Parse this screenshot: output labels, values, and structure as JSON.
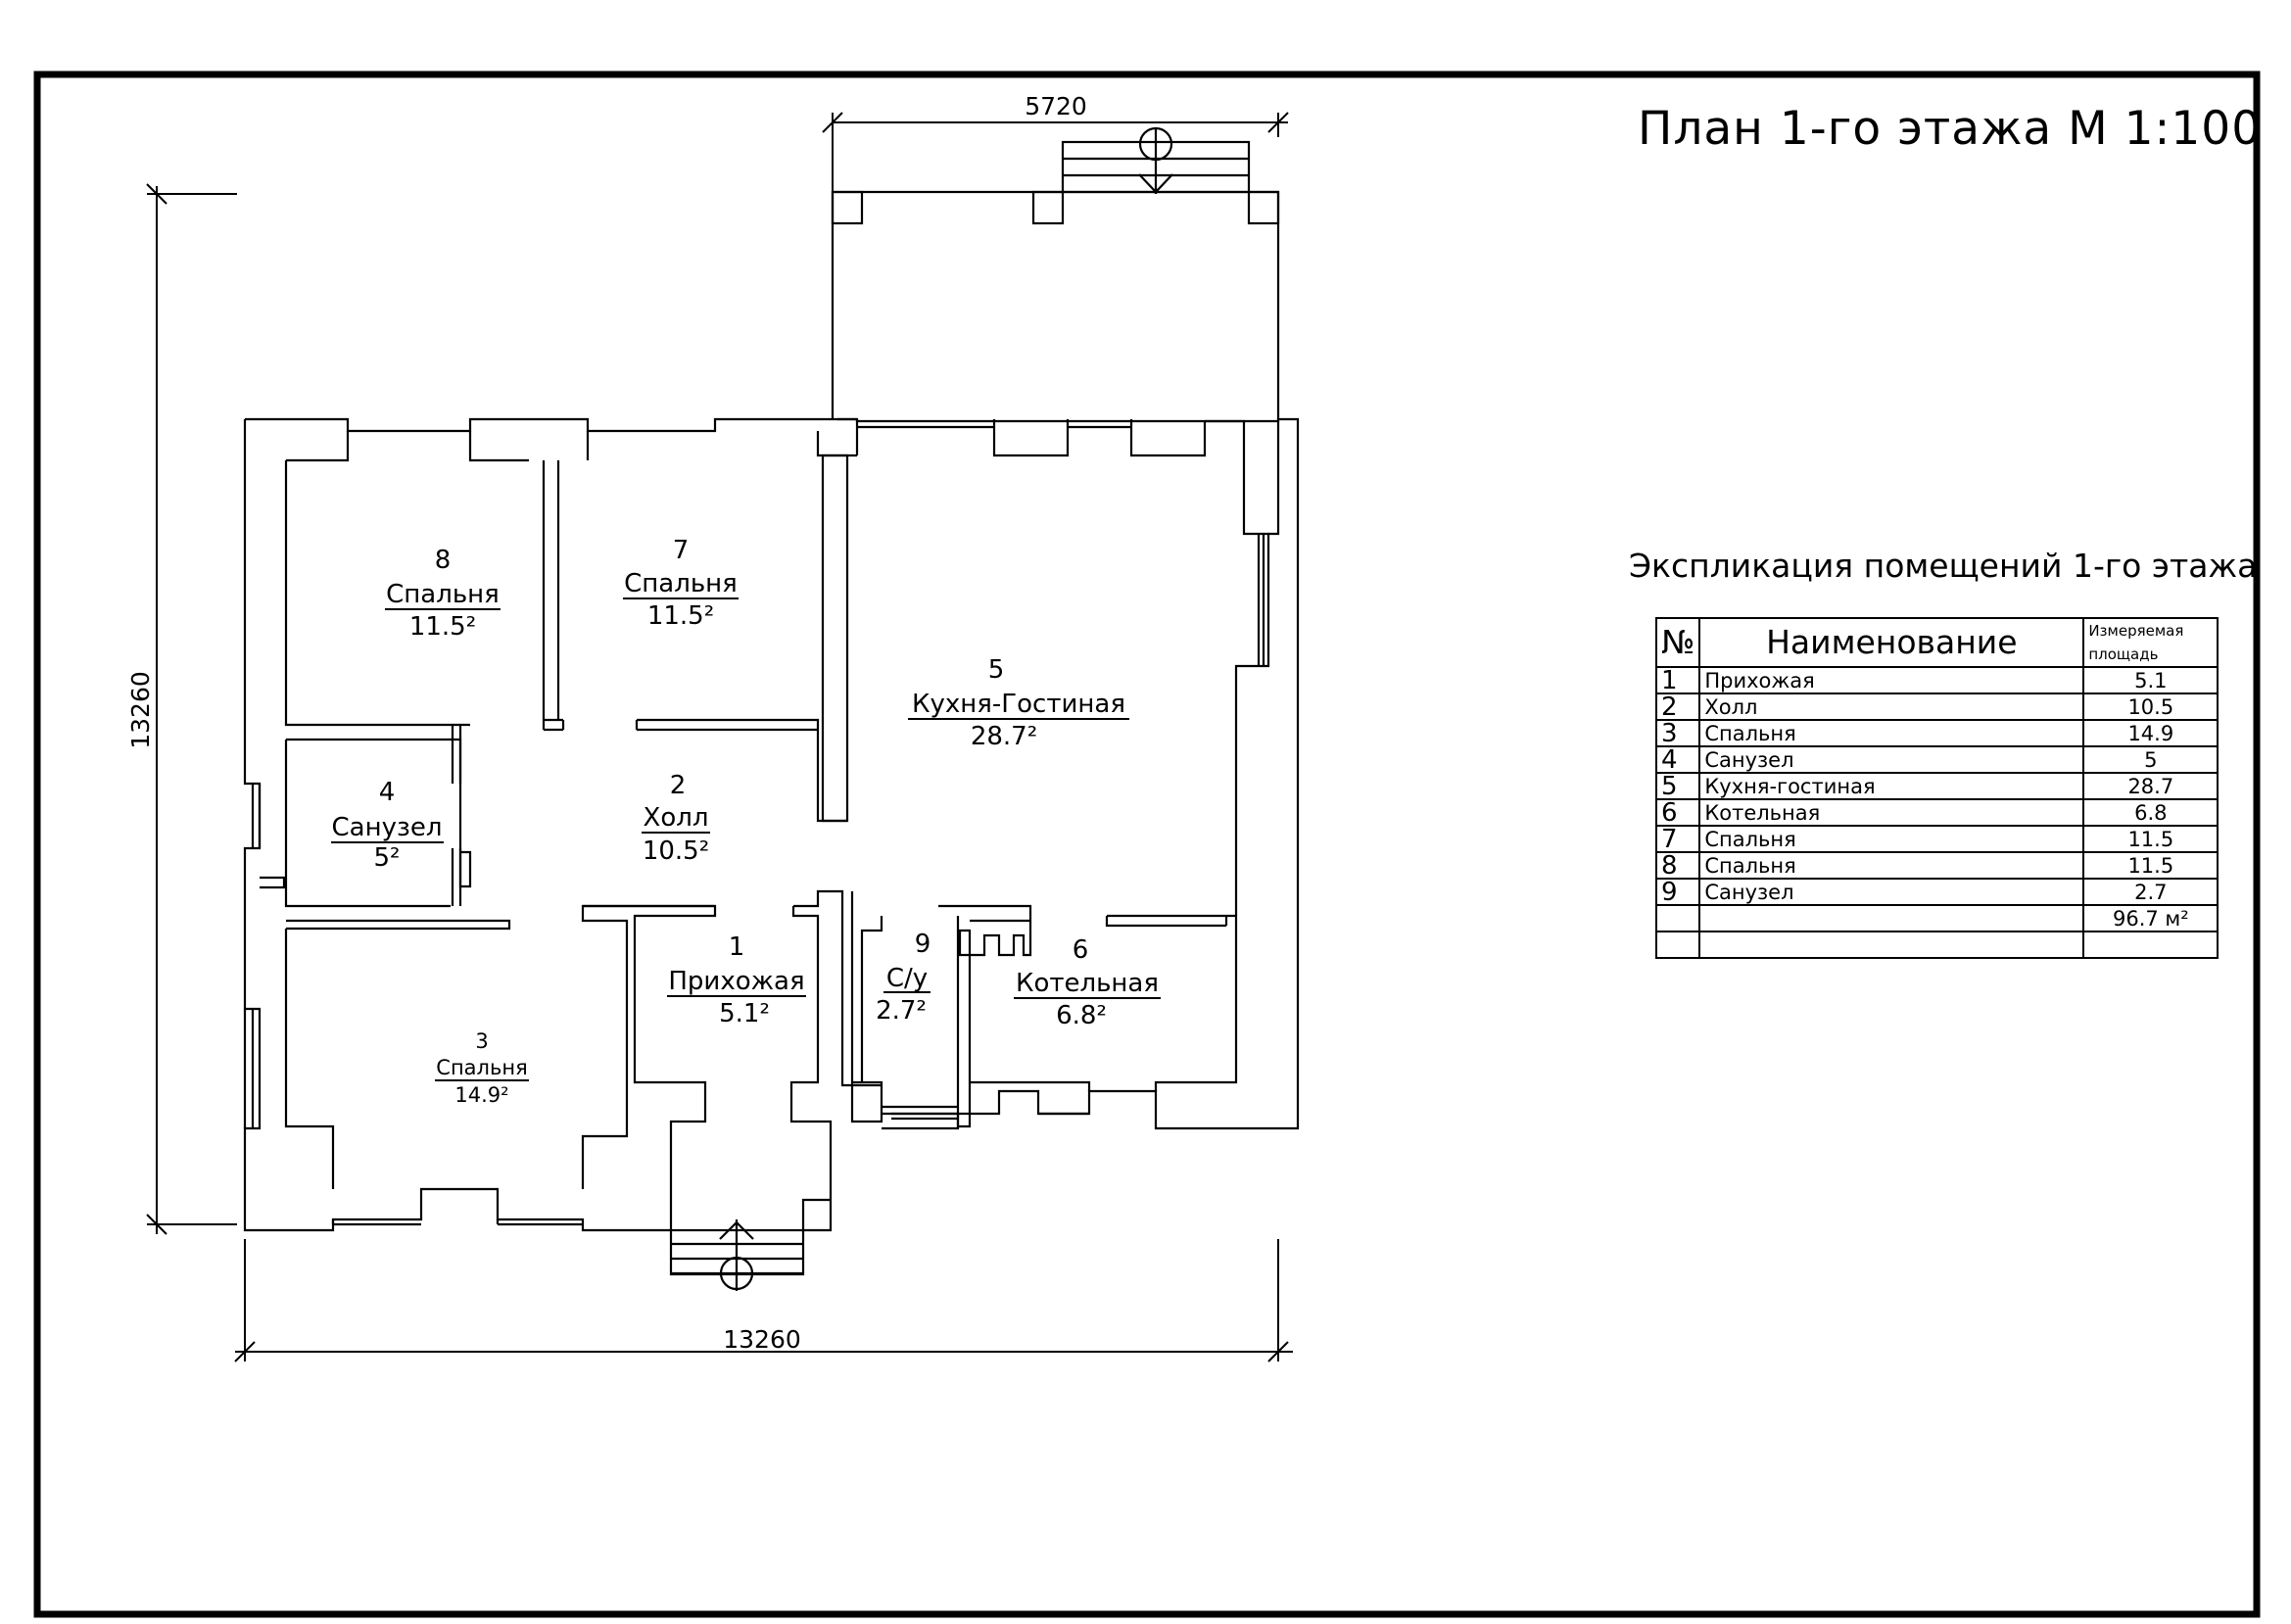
{
  "sheet": {
    "title": "План 1-го этажа М 1:100"
  },
  "dimensions": {
    "top": "5720",
    "left": "13260",
    "bottom": "13260"
  },
  "rooms": [
    {
      "num": "1",
      "name": "Прихожая",
      "area": "5.1²"
    },
    {
      "num": "2",
      "name": "Холл",
      "area": "10.5²"
    },
    {
      "num": "3",
      "name": "Спальня",
      "area": "14.9²"
    },
    {
      "num": "4",
      "name": "Санузел",
      "area": "5²"
    },
    {
      "num": "5",
      "name": "Кухня-Гостиная",
      "area": "28.7²"
    },
    {
      "num": "6",
      "name": "Котельная",
      "area": "6.8²"
    },
    {
      "num": "7",
      "name": "Спальня",
      "area": "11.5²"
    },
    {
      "num": "8",
      "name": "Спальня",
      "area": "11.5²"
    },
    {
      "num": "9",
      "name": "С/у",
      "area": "2.7²"
    }
  ],
  "explication": {
    "title": "Экспликация помещений 1-го этажа",
    "headers": {
      "num": "№",
      "name": "Наименование",
      "area": "Измеряемая площадь"
    },
    "rows": [
      {
        "num": "1",
        "name": "Прихожая",
        "area": "5.1"
      },
      {
        "num": "2",
        "name": "Холл",
        "area": "10.5"
      },
      {
        "num": "3",
        "name": "Спальня",
        "area": "14.9"
      },
      {
        "num": "4",
        "name": "Санузел",
        "area": "5"
      },
      {
        "num": "5",
        "name": "Кухня-гостиная",
        "area": "28.7"
      },
      {
        "num": "6",
        "name": "Котельная",
        "area": "6.8"
      },
      {
        "num": "7",
        "name": "Спальня",
        "area": "11.5"
      },
      {
        "num": "8",
        "name": "Спальня",
        "area": "11.5"
      },
      {
        "num": "9",
        "name": "Санузел",
        "area": "2.7"
      }
    ],
    "total": "96.7 м²"
  }
}
